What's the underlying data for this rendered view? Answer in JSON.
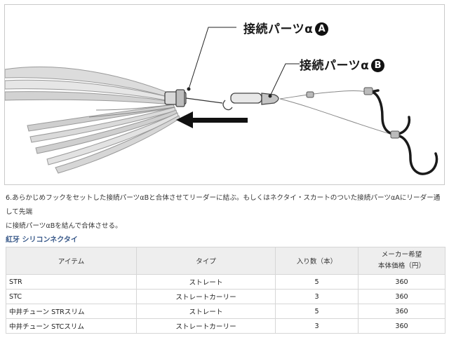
{
  "figure": {
    "label_a": {
      "text": "接続パーツα",
      "badge": "A"
    },
    "label_b": {
      "text": "接続パーツα",
      "badge": "B"
    }
  },
  "caption": {
    "line1": "6.あらかじめフックをセットした接続パーツαBと合体させてリーダーに結ぶ。もしくはネクタイ・スカートのついた接続パーツαAにリーダー通して先端",
    "line2": "に接続パーツαBを結んで合体させる。"
  },
  "section_title": "紅牙 シリコンネクタイ",
  "table": {
    "headers": {
      "item": "アイテム",
      "type": "タイプ",
      "count": "入り数（本）",
      "price_line1": "メーカー希望",
      "price_line2": "本体価格（円）"
    },
    "rows": [
      {
        "item": "STR",
        "type": "ストレート",
        "count": "5",
        "price": "360"
      },
      {
        "item": "STC",
        "type": "ストレートカーリー",
        "count": "3",
        "price": "360"
      },
      {
        "item": "中井チューン STRスリム",
        "type": "ストレート",
        "count": "5",
        "price": "360"
      },
      {
        "item": "中井チューン STCスリム",
        "type": "ストレートカーリー",
        "count": "3",
        "price": "360"
      }
    ]
  },
  "colors": {
    "section_title": "#3a5a8a",
    "header_bg": "#eeeeee",
    "border": "#d6d6d6"
  }
}
